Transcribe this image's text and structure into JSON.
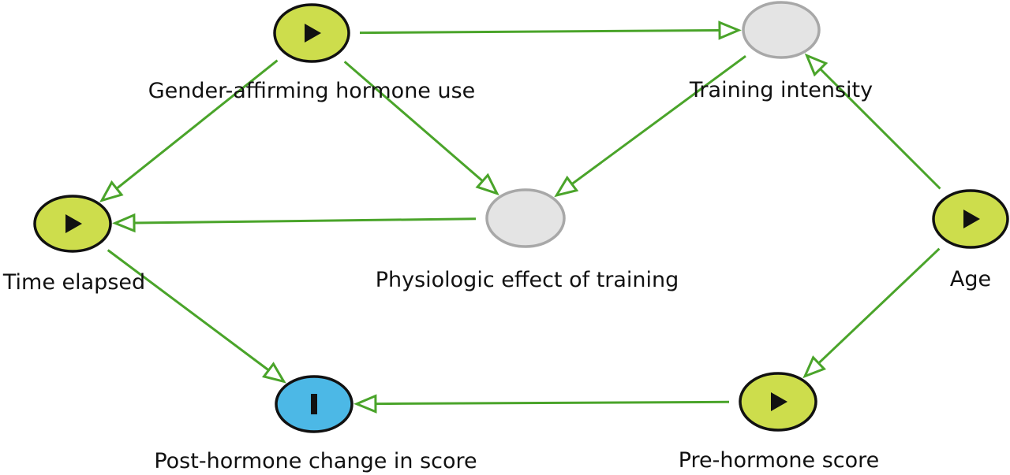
{
  "diagram": {
    "nodes": [
      {
        "id": "hormone",
        "label": "Gender-affirming hormone use",
        "kind": "exposure",
        "icon": "play-icon"
      },
      {
        "id": "intensity",
        "label": "Training intensity",
        "kind": "latent",
        "icon": ""
      },
      {
        "id": "time",
        "label": "Time elapsed",
        "kind": "exposure",
        "icon": "play-icon"
      },
      {
        "id": "physio",
        "label": "Physiologic effect of training",
        "kind": "latent",
        "icon": ""
      },
      {
        "id": "age",
        "label": "Age",
        "kind": "exposure",
        "icon": "play-icon"
      },
      {
        "id": "change",
        "label": "Post-hormone change in score",
        "kind": "outcome",
        "icon": "bar-icon"
      },
      {
        "id": "pre",
        "label": "Pre-hormone score",
        "kind": "exposure",
        "icon": "play-icon"
      }
    ],
    "edges": [
      {
        "from": "hormone",
        "to": "intensity"
      },
      {
        "from": "hormone",
        "to": "time"
      },
      {
        "from": "hormone",
        "to": "physio"
      },
      {
        "from": "intensity",
        "to": "physio"
      },
      {
        "from": "physio",
        "to": "time"
      },
      {
        "from": "time",
        "to": "change"
      },
      {
        "from": "age",
        "to": "intensity"
      },
      {
        "from": "age",
        "to": "pre"
      },
      {
        "from": "pre",
        "to": "change"
      }
    ],
    "colors": {
      "edge": "#4aa42a",
      "exposure_fill": "#cddd4c",
      "outcome_fill": "#4cb8e6",
      "latent_fill": "#e4e4e4",
      "latent_stroke": "#a8a8a8",
      "node_stroke": "#111111"
    }
  }
}
